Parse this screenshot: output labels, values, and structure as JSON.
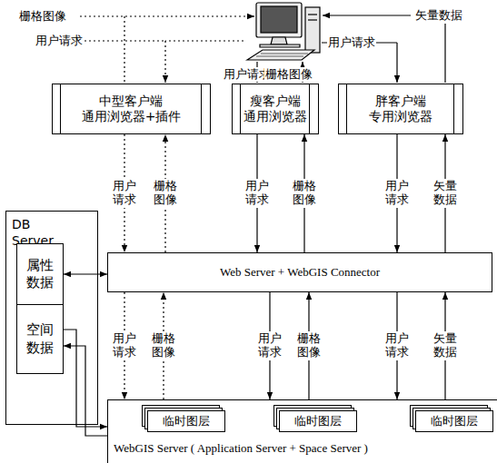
{
  "diagram": {
    "nodes": [
      {
        "text": [
          "中型客户端 通用浏览器+插件"
        ]
      },
      {
        "text": [
          "瘦客户端 通用浏览器"
        ]
      },
      {
        "text": [
          "胖客户端 专用浏览器"
        ]
      },
      {
        "text": [
          "DB Server"
        ]
      },
      {
        "text": [
          "属性数据"
        ],
        "in": 3
      },
      {
        "text": [
          "空间数据"
        ],
        "in": 3
      },
      {
        "text": [
          "Web Server + WebGIS Connector"
        ]
      },
      {
        "text": [
          "WebGIS Server ( Application Server + Space Server )"
        ]
      },
      {
        "text": [
          "临时图层"
        ],
        "in": 7
      },
      {
        "text": [
          "临时图层"
        ],
        "in": 7
      },
      {
        "text": [
          "临时图层"
        ],
        "in": 7
      }
    ],
    "edges": [
      {
        "from": 0,
        "to": 6,
        "label": "用户请求",
        "arrow": "to"
      },
      {
        "from": 6,
        "to": 0,
        "label": "栅格图像",
        "arrow": "to"
      },
      {
        "from": 1,
        "to": 6,
        "label": "用户请求",
        "arrow": "to"
      },
      {
        "from": 6,
        "to": 1,
        "label": "栅格图像",
        "arrow": "to"
      },
      {
        "from": 2,
        "to": 6,
        "label": "用户请求",
        "arrow": "to"
      },
      {
        "from": 6,
        "to": 2,
        "label": "矢量数据",
        "arrow": "to"
      },
      {
        "from": 6,
        "to": 7,
        "label": "用户请求",
        "arrow": "to"
      },
      {
        "from": 7,
        "to": 6,
        "label": "栅格图像",
        "arrow": "to"
      },
      {
        "from": 6,
        "to": 7,
        "label": "用户请求",
        "arrow": "to"
      },
      {
        "from": 7,
        "to": 6,
        "label": "栅格图像",
        "arrow": "to"
      },
      {
        "from": 6,
        "to": 7,
        "label": "用户请求",
        "arrow": "to"
      },
      {
        "from": 7,
        "to": 6,
        "label": "矢量数据",
        "arrow": "to"
      },
      {
        "from": 4,
        "to": 6,
        "arrow": "both"
      },
      {
        "from": 5,
        "to": 7,
        "arrow": "to"
      },
      {
        "from": 7,
        "to": 5,
        "arrow": "to"
      }
    ],
    "labels": [
      "栅格图像",
      "用户请求",
      "用户请求",
      "栅格图像",
      "用户请求",
      "矢量数据"
    ]
  }
}
